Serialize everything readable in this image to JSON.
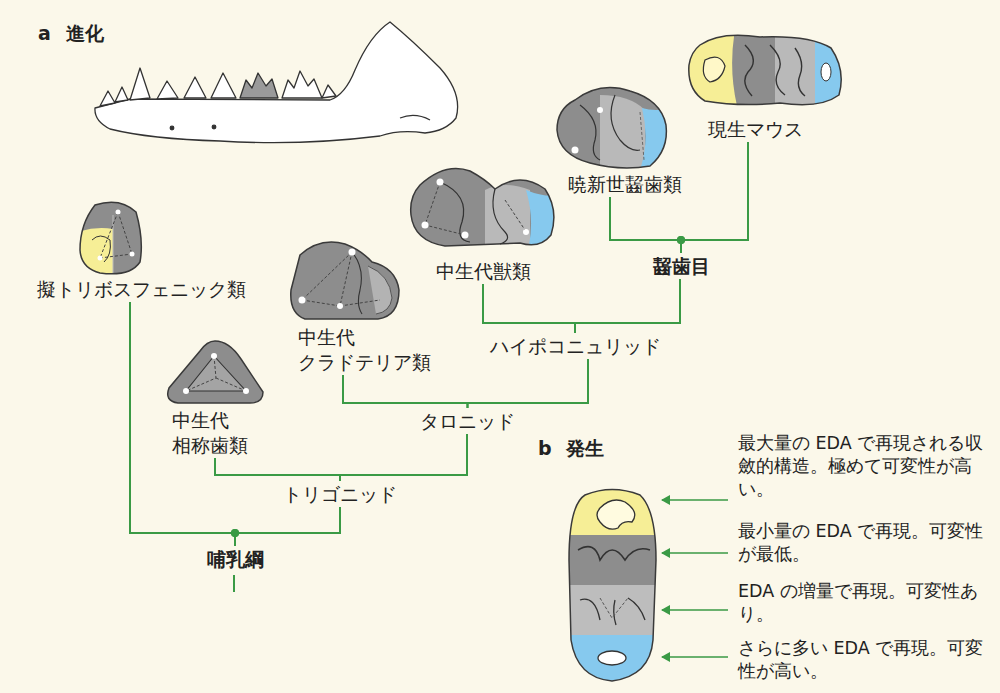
{
  "diagram": {
    "nodes": [
      {
        "text": [
          "擬トリボスフェニック類"
        ]
      },
      {
        "text": [
          "中生代 相称歯類"
        ]
      },
      {
        "text": [
          "中生代 クラドテリア類"
        ]
      },
      {
        "text": [
          "中生代獣類"
        ]
      },
      {
        "text": [
          "暁新世齧歯類"
        ]
      },
      {
        "text": [
          "現生マウス"
        ]
      },
      {
        "text": [
          "哺乳綱"
        ]
      },
      {
        "text": [
          "トリゴニッド"
        ]
      },
      {
        "text": [
          "タロニッド"
        ]
      },
      {
        "text": [
          "ハイポコニュリッド"
        ]
      },
      {
        "text": [
          "齧歯目"
        ]
      }
    ],
    "edges": [
      {
        "from": 6,
        "to": 0,
        "arrow": "none"
      },
      {
        "from": 6,
        "to": 7,
        "arrow": "none"
      },
      {
        "from": 7,
        "to": 1,
        "arrow": "none"
      },
      {
        "from": 7,
        "to": 8,
        "arrow": "none"
      },
      {
        "from": 8,
        "to": 2,
        "arrow": "none"
      },
      {
        "from": 8,
        "to": 9,
        "arrow": "none"
      },
      {
        "from": 9,
        "to": 3,
        "arrow": "none"
      },
      {
        "from": 9,
        "to": 10,
        "arrow": "none"
      },
      {
        "from": 10,
        "to": 4,
        "arrow": "none"
      },
      {
        "from": 10,
        "to": 5,
        "arrow": "none"
      }
    ],
    "labels": [
      "a",
      "進化",
      "b",
      "発生",
      "最大量の EDA で再現される収斂的構造。極めて可変性が高い。",
      "最小量の EDA で再現。可変性が最低。",
      "EDA の増量で再現。可変性あり。",
      "さらに多い EDA で再現。可変性が高い。"
    ]
  }
}
